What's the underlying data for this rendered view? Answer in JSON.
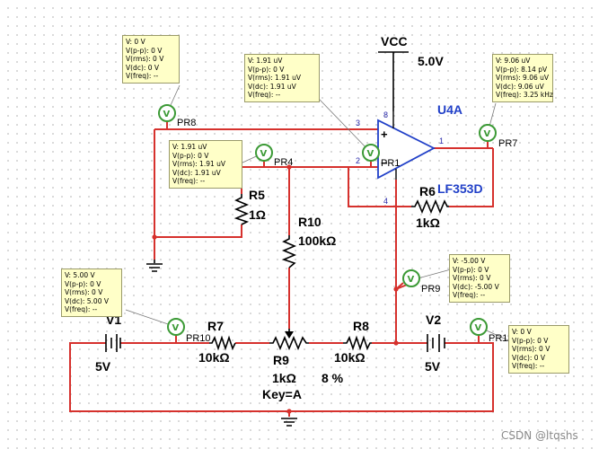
{
  "vcc": {
    "label": "VCC",
    "voltage": "5.0V"
  },
  "opamp": {
    "ref": "U4A",
    "part": "LF353D",
    "pins": {
      "non_inverting": "3",
      "inverting": "2",
      "output": "1",
      "vpos": "8",
      "vneg": "4"
    },
    "plus": "+",
    "minus": "−"
  },
  "r5": {
    "ref": "R5",
    "value": "1Ω"
  },
  "r6": {
    "ref": "R6",
    "value": "1kΩ"
  },
  "r7": {
    "ref": "R7",
    "value": "10kΩ"
  },
  "r8": {
    "ref": "R8",
    "value": "10kΩ"
  },
  "r9": {
    "ref": "R9",
    "value": "1kΩ",
    "percent": "8 %",
    "key": "Key=A"
  },
  "r10": {
    "ref": "R10",
    "value": "100kΩ"
  },
  "v1": {
    "ref": "V1",
    "value": "5V"
  },
  "v2": {
    "ref": "V2",
    "value": "5V"
  },
  "probe_symbol": "V",
  "probes": {
    "pr8": {
      "name": "PR8",
      "lines": [
        "V: 0 V",
        "V(p-p): 0 V",
        "V(rms): 0 V",
        "V(dc): 0 V",
        "V(freq): --"
      ]
    },
    "pr1": {
      "name": "PR1",
      "lines": [
        "V: 1.91 uV",
        "V(p-p): 0 V",
        "V(rms): 1.91 uV",
        "V(dc): 1.91 uV",
        "V(freq): --"
      ]
    },
    "pr4": {
      "name": "PR4",
      "lines": [
        "V: 1.91 uV",
        "V(p-p): 0 V",
        "V(rms): 1.91 uV",
        "V(dc): 1.91 uV",
        "V(freq): --"
      ]
    },
    "pr7": {
      "name": "PR7",
      "lines": [
        "V: 9.06 uV",
        "V(p-p): 8.14 pV",
        "V(rms): 9.06 uV",
        "V(dc): 9.06 uV",
        "V(freq): 3.25 kHz"
      ]
    },
    "pr9": {
      "name": "PR9",
      "lines": [
        "V: -5.00 V",
        "V(p-p): 0 V",
        "V(rms): 0 V",
        "V(dc): -5.00 V",
        "V(freq): --"
      ]
    },
    "pr10": {
      "name": "PR10",
      "lines": [
        "V: 5.00 V",
        "V(p-p): 0 V",
        "V(rms): 0 V",
        "V(dc): 5.00 V",
        "V(freq): --"
      ]
    },
    "pr11": {
      "name": "PR11",
      "lines": [
        "V: 0 V",
        "V(p-p): 0 V",
        "V(rms): 0 V",
        "V(dc): 0 V",
        "V(freq): --"
      ]
    }
  },
  "watermark": "CSDN @ltqshs"
}
